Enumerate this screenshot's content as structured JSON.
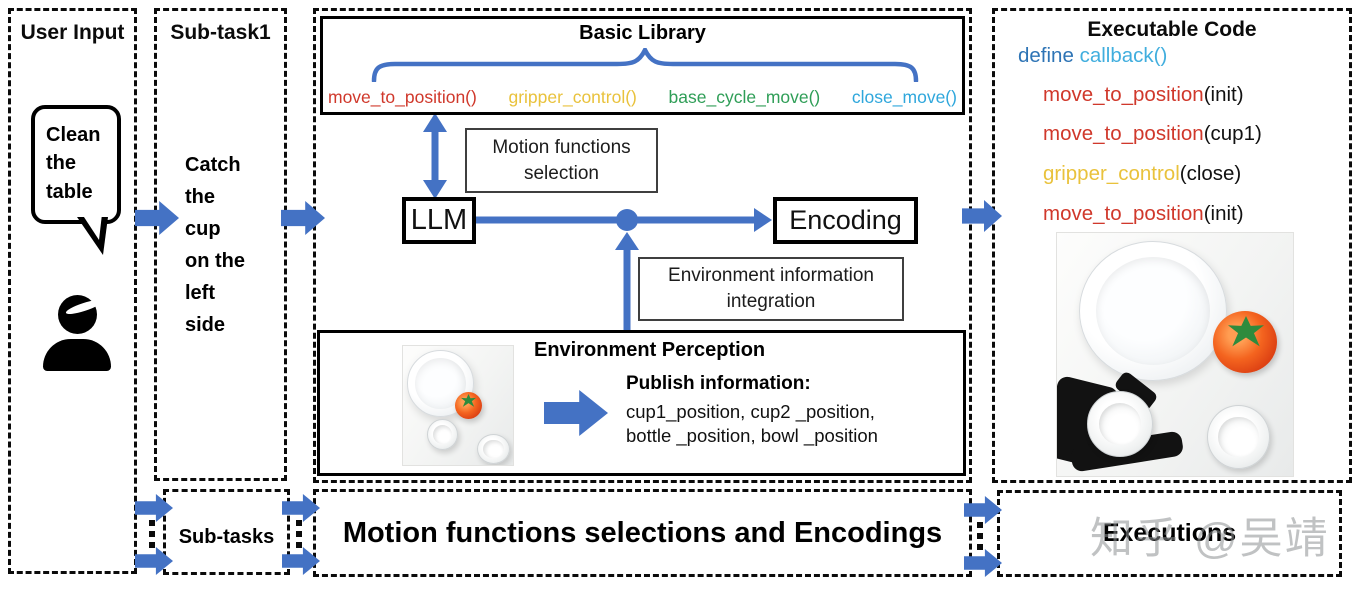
{
  "colors": {
    "arrow_blue": "#4472c4",
    "fn_red": "#d0382b",
    "fn_yellow": "#e9c23c",
    "fn_green": "#2f9e57",
    "fn_cyan": "#2fa7dc",
    "code_define_blue": "#2e74b5",
    "code_callback_cyan": "#41aede",
    "watermark_gray": "#8c8f92"
  },
  "user_input": {
    "title": "User Input",
    "bubble_text": "Clean\nthe\ntable"
  },
  "subtask1": {
    "title": "Sub-task1",
    "body": "Catch\nthe\ncup\non the\nleft\nside"
  },
  "pipeline": {
    "basic_library": {
      "title": "Basic Library",
      "functions": [
        {
          "label": "move_to_position()",
          "color": "#d0382b"
        },
        {
          "label": "gripper_control()",
          "color": "#e9c23c"
        },
        {
          "label": "base_cycle_move()",
          "color": "#2f9e57"
        },
        {
          "label": "close_move()",
          "color": "#2fa7dc"
        }
      ]
    },
    "llm_label": "LLM",
    "motion_selection_label": "Motion functions\nselection",
    "encoding_label": "Encoding",
    "env_integration_label": "Environment information\nintegration",
    "env_perception": {
      "title": "Environment Perception",
      "publish_heading": "Publish information:",
      "publish_lines": [
        "cup1_position, cup2 _position,",
        "bottle _position, bowl _position"
      ]
    }
  },
  "executable_code": {
    "title": "Executable Code",
    "def_keyword": "define ",
    "def_call": "callback()",
    "lines": [
      {
        "fn": "move_to_position",
        "arg": "(init)",
        "color": "#d0382b"
      },
      {
        "fn": "move_to_position",
        "arg": "(cup1)",
        "color": "#d0382b"
      },
      {
        "fn": "gripper_control",
        "arg": "(close)",
        "color": "#e9c23c"
      },
      {
        "fn": "move_to_position",
        "arg": "(init)",
        "color": "#d0382b"
      }
    ]
  },
  "bottom_row": {
    "subtasks_label": "Sub-tasks",
    "encodings_label": "Motion functions selections and Encodings",
    "executions_label": "Executions"
  },
  "watermark": "知乎 @吴靖"
}
